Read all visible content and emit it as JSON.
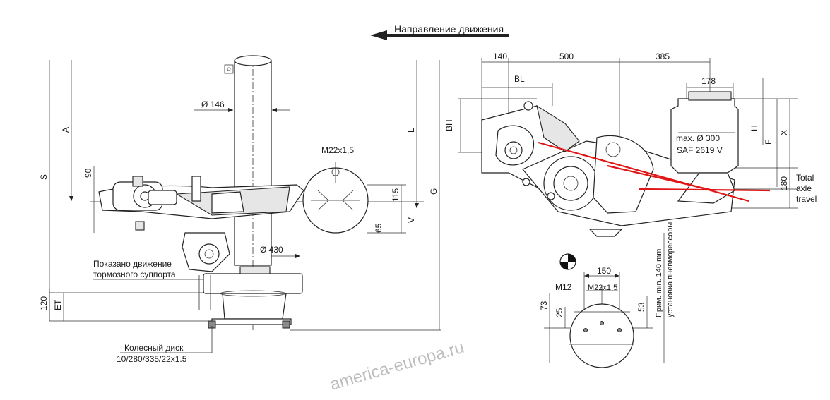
{
  "direction_label": "Направление движения",
  "left_view": {
    "labels": {
      "S": "S",
      "A": "A",
      "dim_90": "90",
      "L": "L",
      "G": "G",
      "dim_115": "115",
      "V": "V",
      "dim_65": "65",
      "dim_120": "120",
      "ET": "ET",
      "diam_146": "Ø 146",
      "diam_430": "Ø 430",
      "thread": "M22x1,5"
    },
    "caliper_note": [
      "Показано движение",
      "тормозного суппорта"
    ],
    "wheel_disc_note": [
      "Колесный диск",
      "10/280/335/22x1.5"
    ]
  },
  "right_view": {
    "labels": {
      "dim_140": "140",
      "dim_500": "500",
      "dim_385": "385",
      "dim_178": "178",
      "BL": "BL",
      "BH": "BH",
      "H": "H",
      "F": "F",
      "X": "X",
      "dim_180": "180",
      "bellows_size": "max. Ø 300",
      "bellows_model": "SAF 2619 V",
      "total_axle_travel": [
        "Total",
        "axle",
        "travel"
      ]
    }
  },
  "bottom_detail": {
    "labels": {
      "dim_150": "150",
      "M12": "M12",
      "thread": "M22x1,5",
      "dim_73": "73",
      "dim_25": "25",
      "dim_53": "53"
    },
    "vertical_note": [
      "Прим. min. 140 mm",
      "установка пневморессоры"
    ]
  },
  "watermark": "america-europa.ru",
  "colors": {
    "line": "#222222",
    "highlight": "#e01515",
    "watermark": "#bdbdbd"
  }
}
